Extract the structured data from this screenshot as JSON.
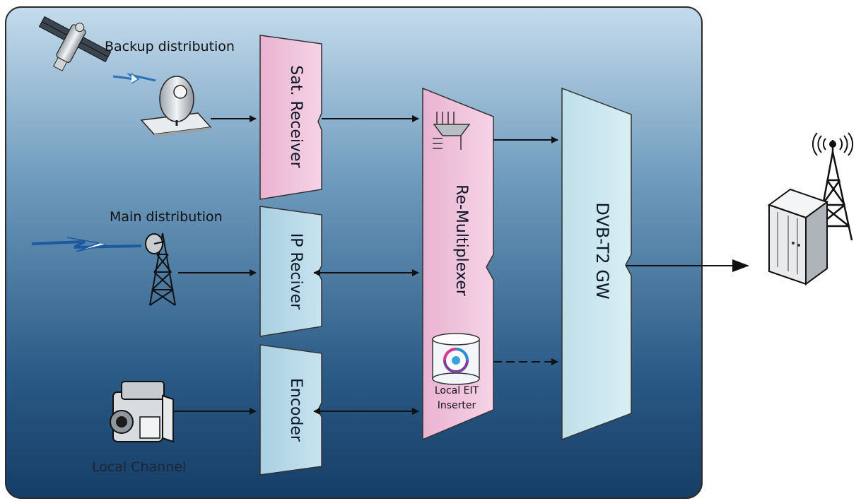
{
  "labels": {
    "backup": "Backup distribution",
    "main": "Main distribution",
    "local_channel": "Local Channel"
  },
  "blocks": {
    "sat_receiver": "Sat. Receiver",
    "ip_receiver": "IP Reciver",
    "encoder": "Encoder",
    "remux": "Re-Multiplexer",
    "eit_line1": "Local EIT",
    "eit_line2": "Inserter",
    "gateway": "DVB-T2 GW"
  },
  "colors": {
    "panel_top": "#b9d2e6",
    "panel_bottom": "#16406b",
    "pink_block": "#f1c4de",
    "blue_block": "#b6d8e8",
    "gateway": "#c9e6ee",
    "arrow": "#111111"
  },
  "icons": {
    "satellite": "satellite-icon",
    "dish": "satellite-dish-icon",
    "mast": "antenna-tower-icon",
    "camera": "video-camera-icon",
    "filter": "funnel-icon",
    "database": "database-icon",
    "transmitter": "transmitter-tower-icon",
    "lightning": "lightning-icon"
  }
}
